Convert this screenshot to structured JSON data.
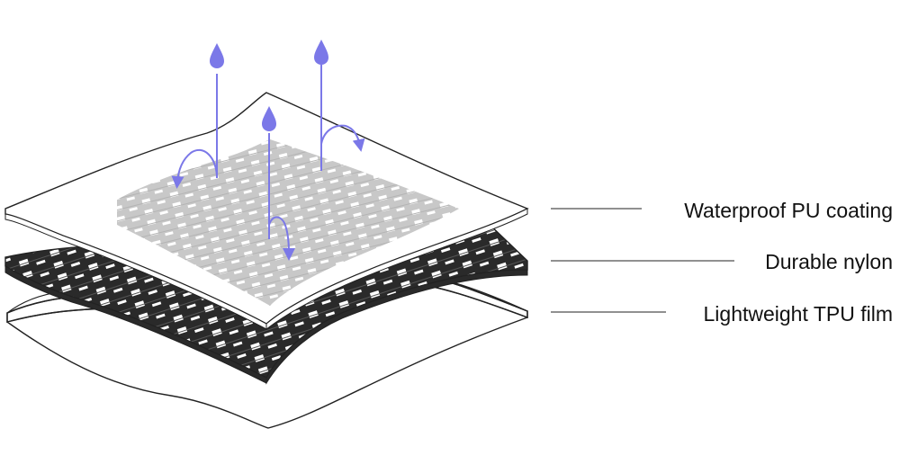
{
  "layers": [
    {
      "label": "Waterproof PU coating"
    },
    {
      "label": "Durable nylon"
    },
    {
      "label": "Lightweight TPU film"
    }
  ],
  "colors": {
    "line": "#222222",
    "nylon_dark": "#2a2a2a",
    "nylon_tile": "#ffffff",
    "coating_weave": "#c8c8c8",
    "coating_tile": "#ffffff",
    "arrow": "#7b78e8",
    "drop": "#7b78e8"
  },
  "icons": [
    "water-drop-icon",
    "vapor-arrow-icon"
  ]
}
